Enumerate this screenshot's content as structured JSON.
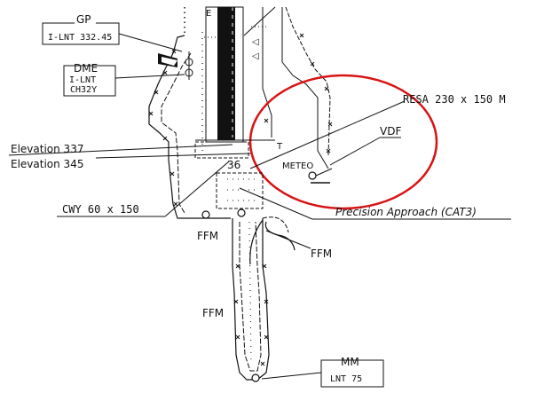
{
  "labels": {
    "gp_title": "GP",
    "gp_freq": "I-LNT 332.45",
    "dme_title": "DME",
    "dme_ident": "I-LNT",
    "dme_channel": "CH32Y",
    "elevation_1": "Elevation 337",
    "elevation_2": "Elevation 345",
    "resa": "RESA 230 x 150 M",
    "vdf": "VDF",
    "meteo": "METEO",
    "runway_number": "36",
    "threshold_mark": "T",
    "cwy": "CWY 60 x 150",
    "precision_approach": "Precision Approach (CAT3)",
    "ffm_left": "FFM",
    "ffm_right": "FFM",
    "ffm_bottom": "FFM",
    "mm_title": "MM",
    "mm_ident": "LNT 75",
    "top_mark": "E"
  },
  "colors": {
    "line": "#111111",
    "runway": "#111111",
    "highlight_circle": "#d81414",
    "background": "#ffffff"
  }
}
